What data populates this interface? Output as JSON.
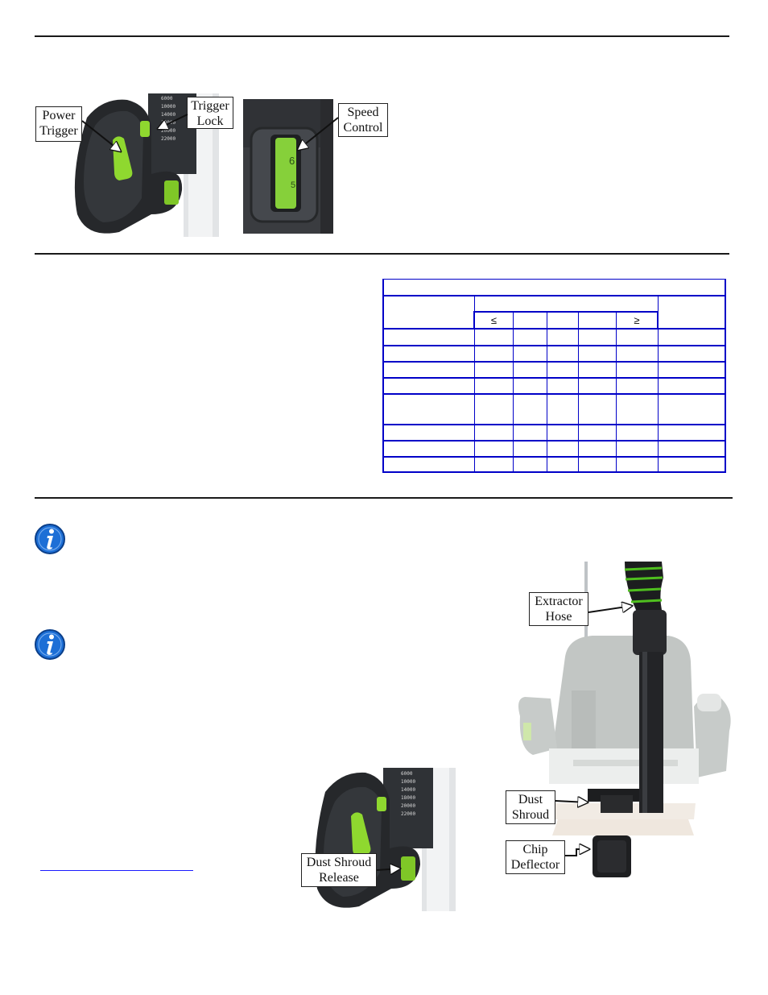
{
  "figures": {
    "power_trigger": {
      "callout_power": [
        "Power",
        "Trigger"
      ],
      "callout_lock": [
        "Trigger",
        "Lock"
      ]
    },
    "speed_control": {
      "callout": [
        "Speed",
        "Control"
      ],
      "dial_numbers": [
        "6",
        "5"
      ]
    },
    "dust_shroud_release": {
      "callout": [
        "Dust Shroud",
        "Release"
      ]
    },
    "extraction": {
      "callout_hose": [
        "Extractor",
        "Hose"
      ],
      "callout_shroud": [
        "Dust",
        "Shroud"
      ],
      "callout_deflector": [
        "Chip",
        "Deflector"
      ]
    },
    "scale_numbers": [
      "6000",
      "10000",
      "14000",
      "18000",
      "20000",
      "22000"
    ]
  },
  "table": {
    "sub_headers": [
      "≤",
      "",
      "",
      "",
      "≥"
    ]
  },
  "colors": {
    "accent_green": "#8fd82f",
    "tool_dark": "#2a2c30",
    "table_border": "#0000c8",
    "info_blue": "#1d6fd6"
  }
}
